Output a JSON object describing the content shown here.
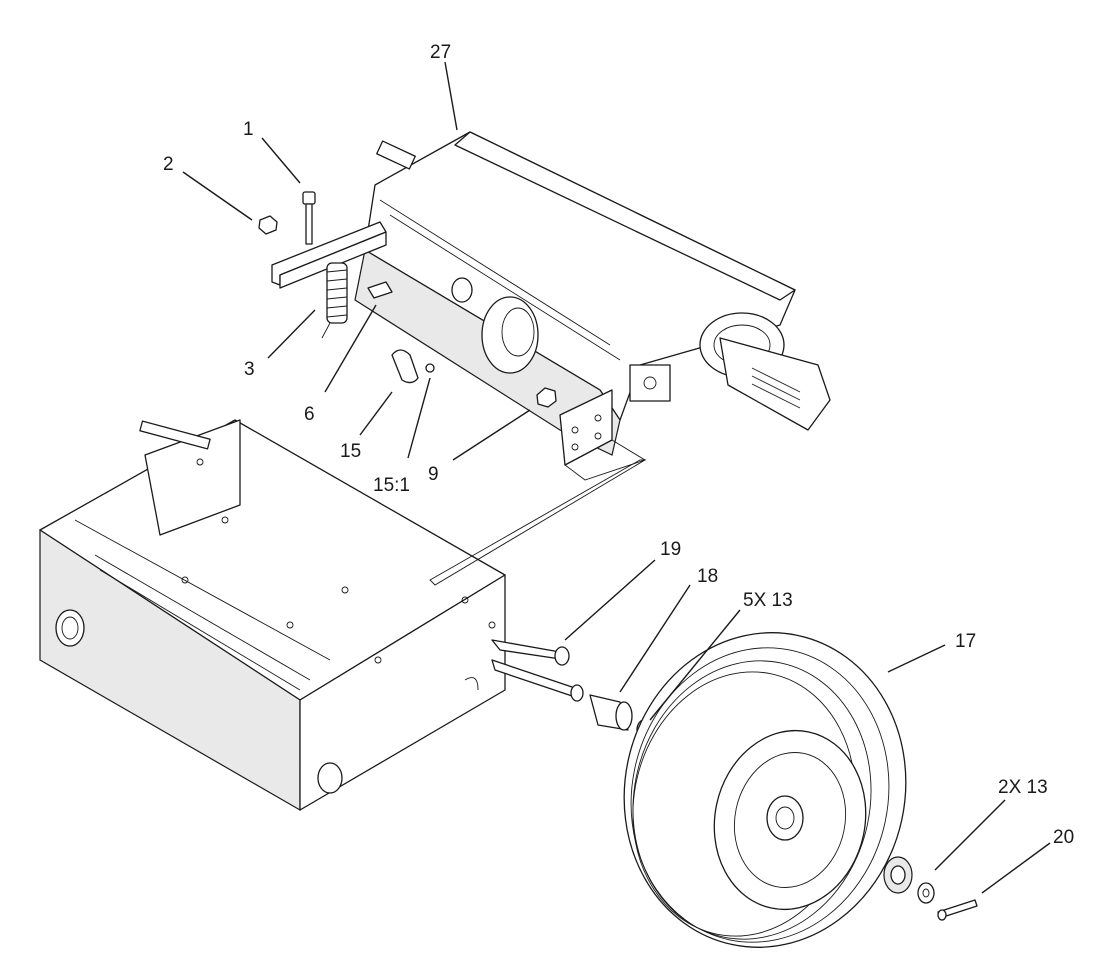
{
  "callouts": {
    "c27": "27",
    "c1": "1",
    "c2": "2",
    "c3": "3",
    "c6": "6",
    "c15": "15",
    "c15_1": "15:1",
    "c9": "9",
    "c19": "19",
    "c18": "18",
    "c5x13": "5X 13",
    "c17": "17",
    "c2x13": "2X 13",
    "c20": "20"
  }
}
